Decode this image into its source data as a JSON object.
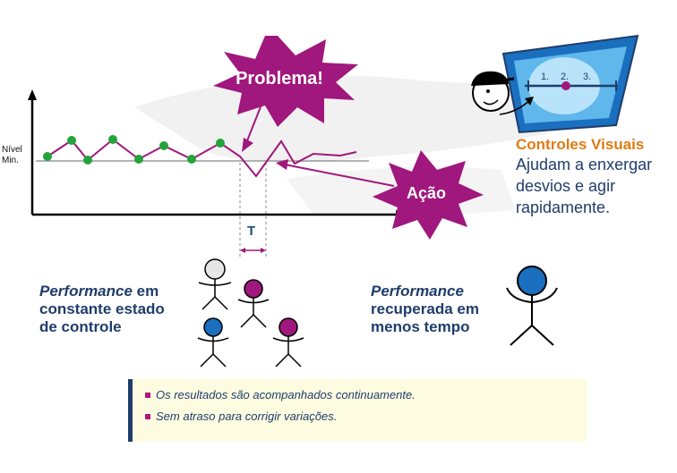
{
  "chart": {
    "level_label": "Nível Min.",
    "period_label": "T"
  },
  "callouts": {
    "problem": "Problema!",
    "action": "Ação"
  },
  "visual_controls": {
    "title": "Controles Visuais",
    "line1": "Ajudam a enxergar",
    "line2": "desvios e agir",
    "line3": "rapidamente.",
    "gauge_marks": [
      "1.",
      "2.",
      "3."
    ]
  },
  "left_caption": {
    "line1_em": "Performance",
    "line1_rest": " em",
    "line2": "constante estado",
    "line3": "de controle"
  },
  "right_caption": {
    "line1_em": "Performance",
    "line2": "recuperada em",
    "line3": "menos tempo"
  },
  "notes": [
    "Os resultados são acompanhados continuamente.",
    "Sem atraso para corrigir variações."
  ],
  "colors": {
    "magenta": "#a0177d",
    "green": "#22a43a",
    "navy": "#1f3d6b",
    "orange": "#e07b14",
    "blue": "#1a6fbf"
  }
}
